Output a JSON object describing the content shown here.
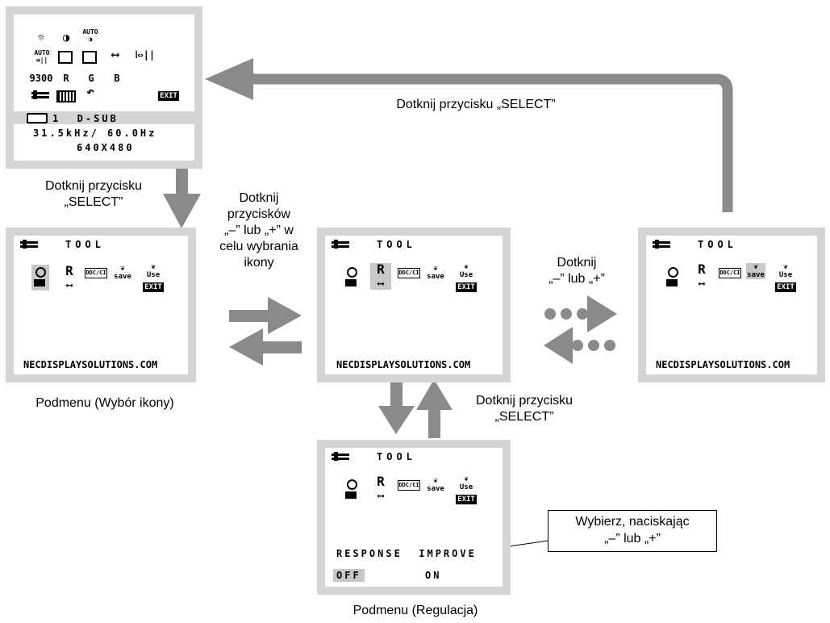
{
  "main_menu": {
    "row1": [
      "☼",
      "◑",
      "AUTO ◑"
    ],
    "row2": [
      "AUTO ⇉||",
      "□",
      "□",
      "⟷",
      "⦚⇔||"
    ],
    "row3": [
      "9300",
      "R",
      "G",
      "B"
    ],
    "row4_exit": "EXIT",
    "input_label": "1  D-SUB",
    "frequency": "31.5kHz/ 60.0Hz",
    "resolution": "640X480"
  },
  "tool_menu": {
    "title": "TOOL",
    "footer": "NECDISPLAYSOLUTIONS.COM",
    "icons": {
      "ddcci": "DDC/CI",
      "save": "save",
      "use": "Use",
      "exit": "EXIT"
    }
  },
  "adjust_menu": {
    "setting": "RESPONSE  IMPROVE",
    "off": "OFF",
    "on": "ON"
  },
  "labels": {
    "top_arrow": "Dotknij przycisku „SELECT”",
    "down_arrow": [
      "Dotknij przycisku",
      "„SELECT”"
    ],
    "middle": [
      "Dotknij",
      "przycisków",
      "„–” lub „+” w",
      "celu wybrania",
      "ikony"
    ],
    "right_middle": [
      "Dotknij",
      "„–” lub „+”"
    ],
    "center_select": [
      "Dotknij przycisku",
      "„SELECT”"
    ],
    "submenu_select": "Podmenu (Wybór ikony)",
    "submenu_adjust": "Podmenu (Regulacja)",
    "callout": [
      "Wybierz, naciskając",
      "„–” lub „+”"
    ]
  },
  "colors": {
    "arrow": "#8a8a8a",
    "frame": "#d4d4d4"
  }
}
